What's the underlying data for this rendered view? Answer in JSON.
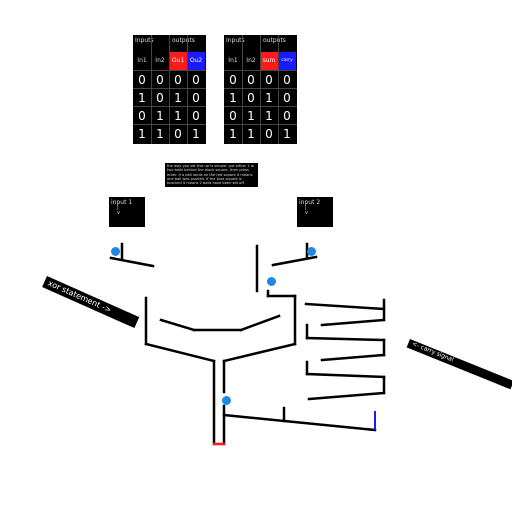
{
  "table_left": {
    "header_inputs": "Inputs",
    "header_outputs": "outputs",
    "col1": "In1",
    "col2": "In2",
    "col3": "Ou1",
    "col4": "Ou2",
    "rows": [
      [
        "0",
        "0",
        "0",
        "0"
      ],
      [
        "1",
        "0",
        "1",
        "0"
      ],
      [
        "0",
        "1",
        "1",
        "0"
      ],
      [
        "1",
        "1",
        "0",
        "1"
      ]
    ]
  },
  "table_right": {
    "header_inputs": "Inputs",
    "header_outputs": "outputs",
    "col1": "In1",
    "col2": "In2",
    "col3": "sum",
    "col4": "carry",
    "rows": [
      [
        "0",
        "0",
        "0",
        "0"
      ],
      [
        "1",
        "0",
        "1",
        "0"
      ],
      [
        "0",
        "1",
        "1",
        "0"
      ],
      [
        "1",
        "1",
        "0",
        "1"
      ]
    ]
  },
  "note": "the way you set this up is simple: put either 1 or two balls behind the black square, then press enter. If a ball lands on the red square it means one ball was pushed. If the blue square is touched it means 2 balls have been set off.",
  "input_left": {
    "title": "input 1",
    "arrow": "|",
    "arrowhead": "v"
  },
  "input_right": {
    "title": "input 2",
    "arrow": "|",
    "arrowhead": "v"
  },
  "xor_label": "xor statement ->",
  "carry_label": "<- carry signal",
  "colors": {
    "output_red": "#ff1a1a",
    "output_blue": "#1a1aff",
    "ball": "#1e88e5",
    "track": "#000000"
  }
}
